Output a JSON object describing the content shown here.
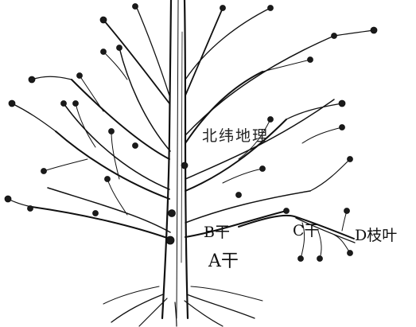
{
  "labels": {
    "a": "A干",
    "b": "B干",
    "c": "C干",
    "d": "D枝叶"
  },
  "watermark": "北纬地理",
  "colors": {
    "ink": "#111111",
    "background": "#ffffff"
  }
}
